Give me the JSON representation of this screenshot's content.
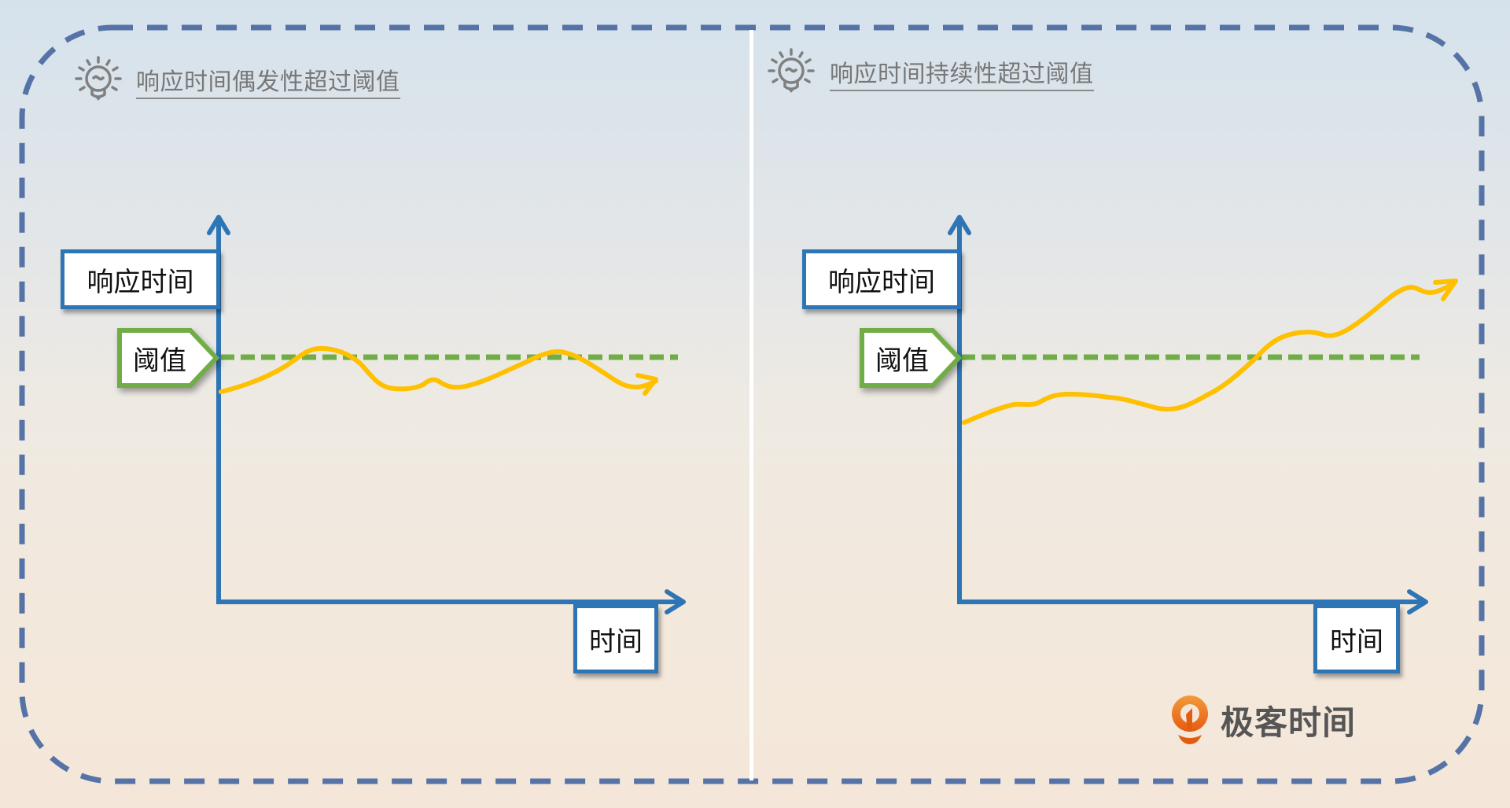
{
  "colors": {
    "border_dash": "#5573a6",
    "axis": "#2e75b6",
    "threshold": "#70ad47",
    "curve": "#ffc000",
    "title_text": "#777777",
    "logo_orange": "#ee6a1c",
    "logo_text": "#555555"
  },
  "panels": [
    {
      "title": "响应时间偶发性超过阈值",
      "icon": "lightbulb-icon",
      "y_axis_label": "响应时间",
      "x_axis_label": "时间",
      "threshold_label": "阈值"
    },
    {
      "title": "响应时间持续性超过阈值",
      "icon": "lightbulb-icon",
      "y_axis_label": "响应时间",
      "x_axis_label": "时间",
      "threshold_label": "阈值"
    }
  ],
  "logo": {
    "icon": "geektime-logo-icon",
    "text": "极客时间"
  },
  "chart_data": [
    {
      "type": "line",
      "title": "响应时间偶发性超过阈值",
      "xlabel": "时间",
      "ylabel": "响应时间",
      "threshold": {
        "label": "阈值",
        "style": "dashed",
        "value": 0
      },
      "series": [
        {
          "name": "响应时间",
          "description": "fluctuates around threshold, briefly exceeding it twice",
          "x": [
            0,
            1,
            2,
            3,
            4,
            5,
            6,
            7,
            8,
            9,
            10,
            11,
            12
          ],
          "values": [
            -44,
            -24,
            11,
            4,
            -31,
            -38,
            -28,
            -35,
            -18,
            2,
            6,
            -24,
            -36
          ]
        }
      ],
      "grid": false,
      "legend": "none"
    },
    {
      "type": "line",
      "title": "响应时间持续性超过阈值",
      "xlabel": "时间",
      "ylabel": "响应时间",
      "threshold": {
        "label": "阈值",
        "style": "dashed",
        "value": 0
      },
      "series": [
        {
          "name": "响应时间",
          "description": "starts below threshold, then rises and stays above it",
          "x": [
            0,
            1,
            2,
            3,
            4,
            5,
            6,
            7,
            8,
            9,
            10,
            11,
            12
          ],
          "values": [
            -83,
            -60,
            -47,
            -52,
            -65,
            -48,
            0,
            27,
            30,
            52,
            83,
            88,
            97
          ]
        }
      ],
      "grid": false,
      "legend": "none"
    }
  ]
}
